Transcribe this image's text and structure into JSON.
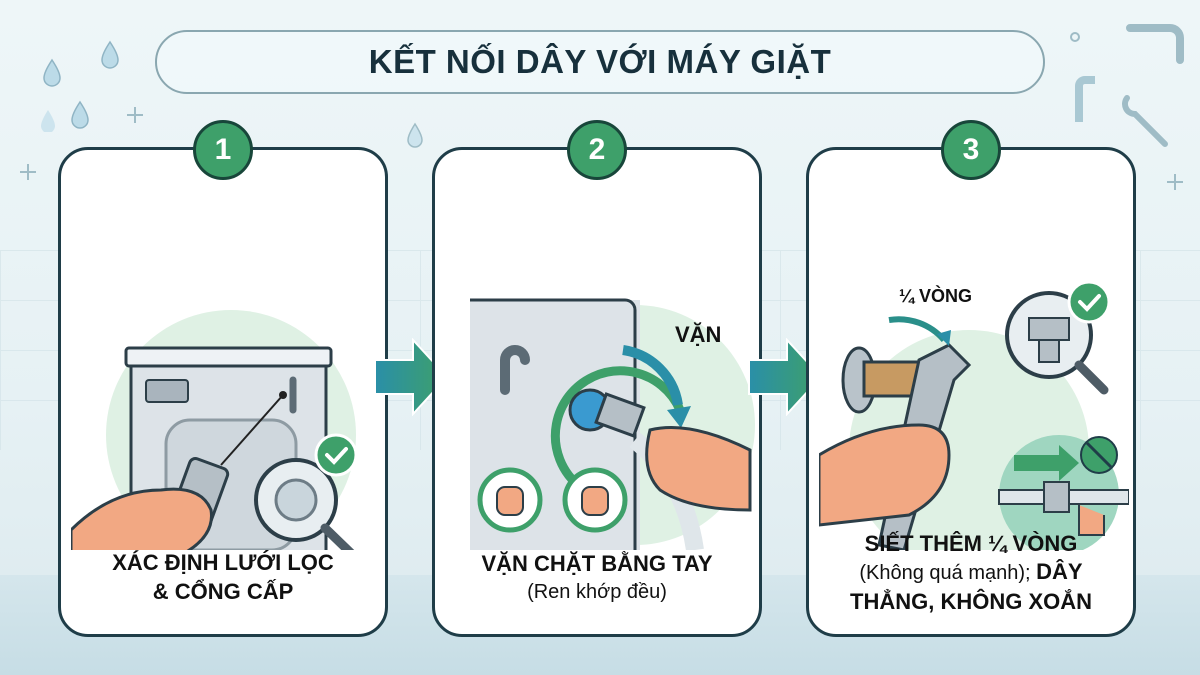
{
  "title": "KẾT NỐI DÂY VỚI MÁY GIẶT",
  "colors": {
    "accent_green": "#3ea06a",
    "accent_teal": "#2a8fa8",
    "card_border": "#1f3d48",
    "title_text": "#17303c",
    "background": "#e8f3f6"
  },
  "steps": [
    {
      "number": "1",
      "caption_line1": "XÁC ĐỊNH LƯỚI LỌC",
      "caption_line2": "& CỔNG CẤP",
      "illustration": "hand-holding-hose-fitting-near-washing-machine-inlet-with-magnifier-checkmark"
    },
    {
      "number": "2",
      "illus_label": "VẶN",
      "caption_line1": "VẶN CHẶT BẰNG TAY",
      "caption_line2": "(Ren khớp đều)",
      "illustration": "hand-turning-hose-onto-inlet-with-rotation-arrow-and-fist-icons"
    },
    {
      "number": "3",
      "illus_label": "¼ VÒNG",
      "caption_line1": "SIẾT THÊM ¼ VÒNG",
      "caption_line2_normal": "(Không quá mạnh); ",
      "caption_line2_bold": "DÂY",
      "caption_line3": "THẲNG, KHÔNG XOẮN",
      "illustration": "wrench-tightening-fitting-with-magnifier-check-and-straight-hose-no-kink"
    }
  ],
  "decorations": [
    "water-drop-icon",
    "plus-icon",
    "pipe-icon",
    "wrench-icon"
  ]
}
